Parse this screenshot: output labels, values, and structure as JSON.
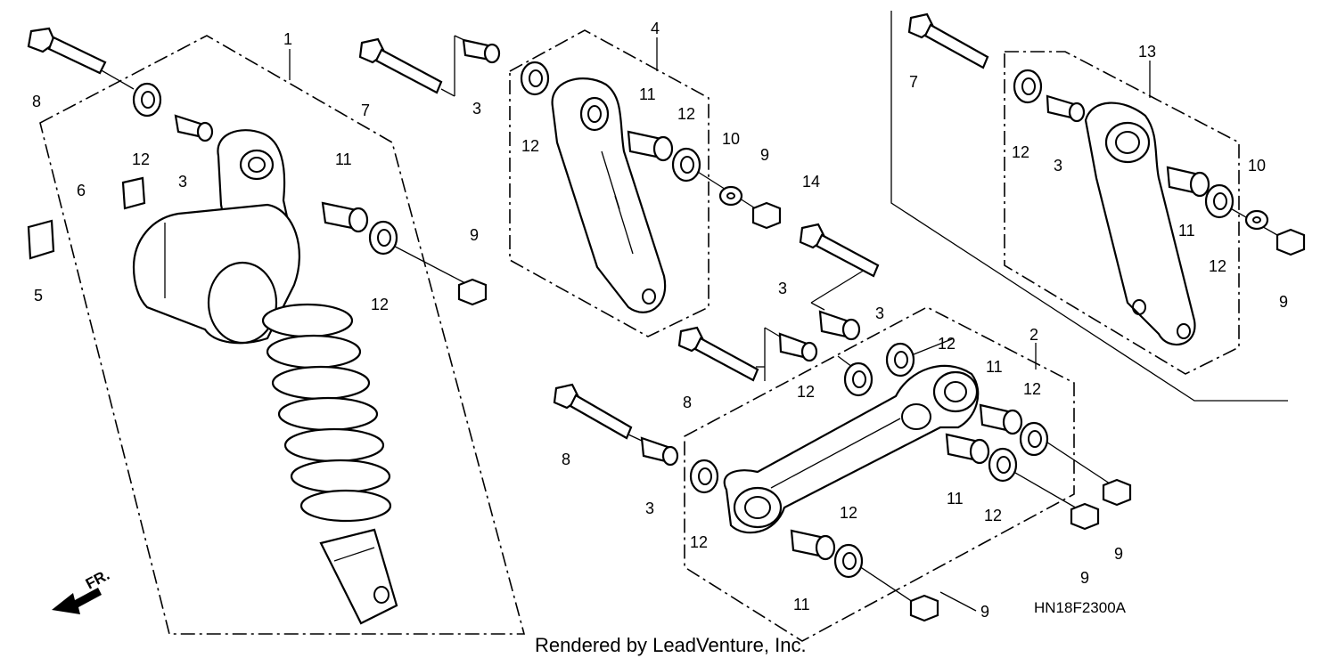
{
  "diagram": {
    "drawing_code": "HN18F2300A",
    "footer": "Rendered by LeadVenture, Inc.",
    "direction_label": "FR.",
    "callouts": {
      "c1": "1",
      "c2": "2",
      "c3": "3",
      "c4": "4",
      "c5": "5",
      "c6": "6",
      "c7": "7",
      "c8": "8",
      "c9": "9",
      "c10": "10",
      "c11": "11",
      "c12": "12",
      "c13": "13",
      "c14": "14"
    }
  }
}
